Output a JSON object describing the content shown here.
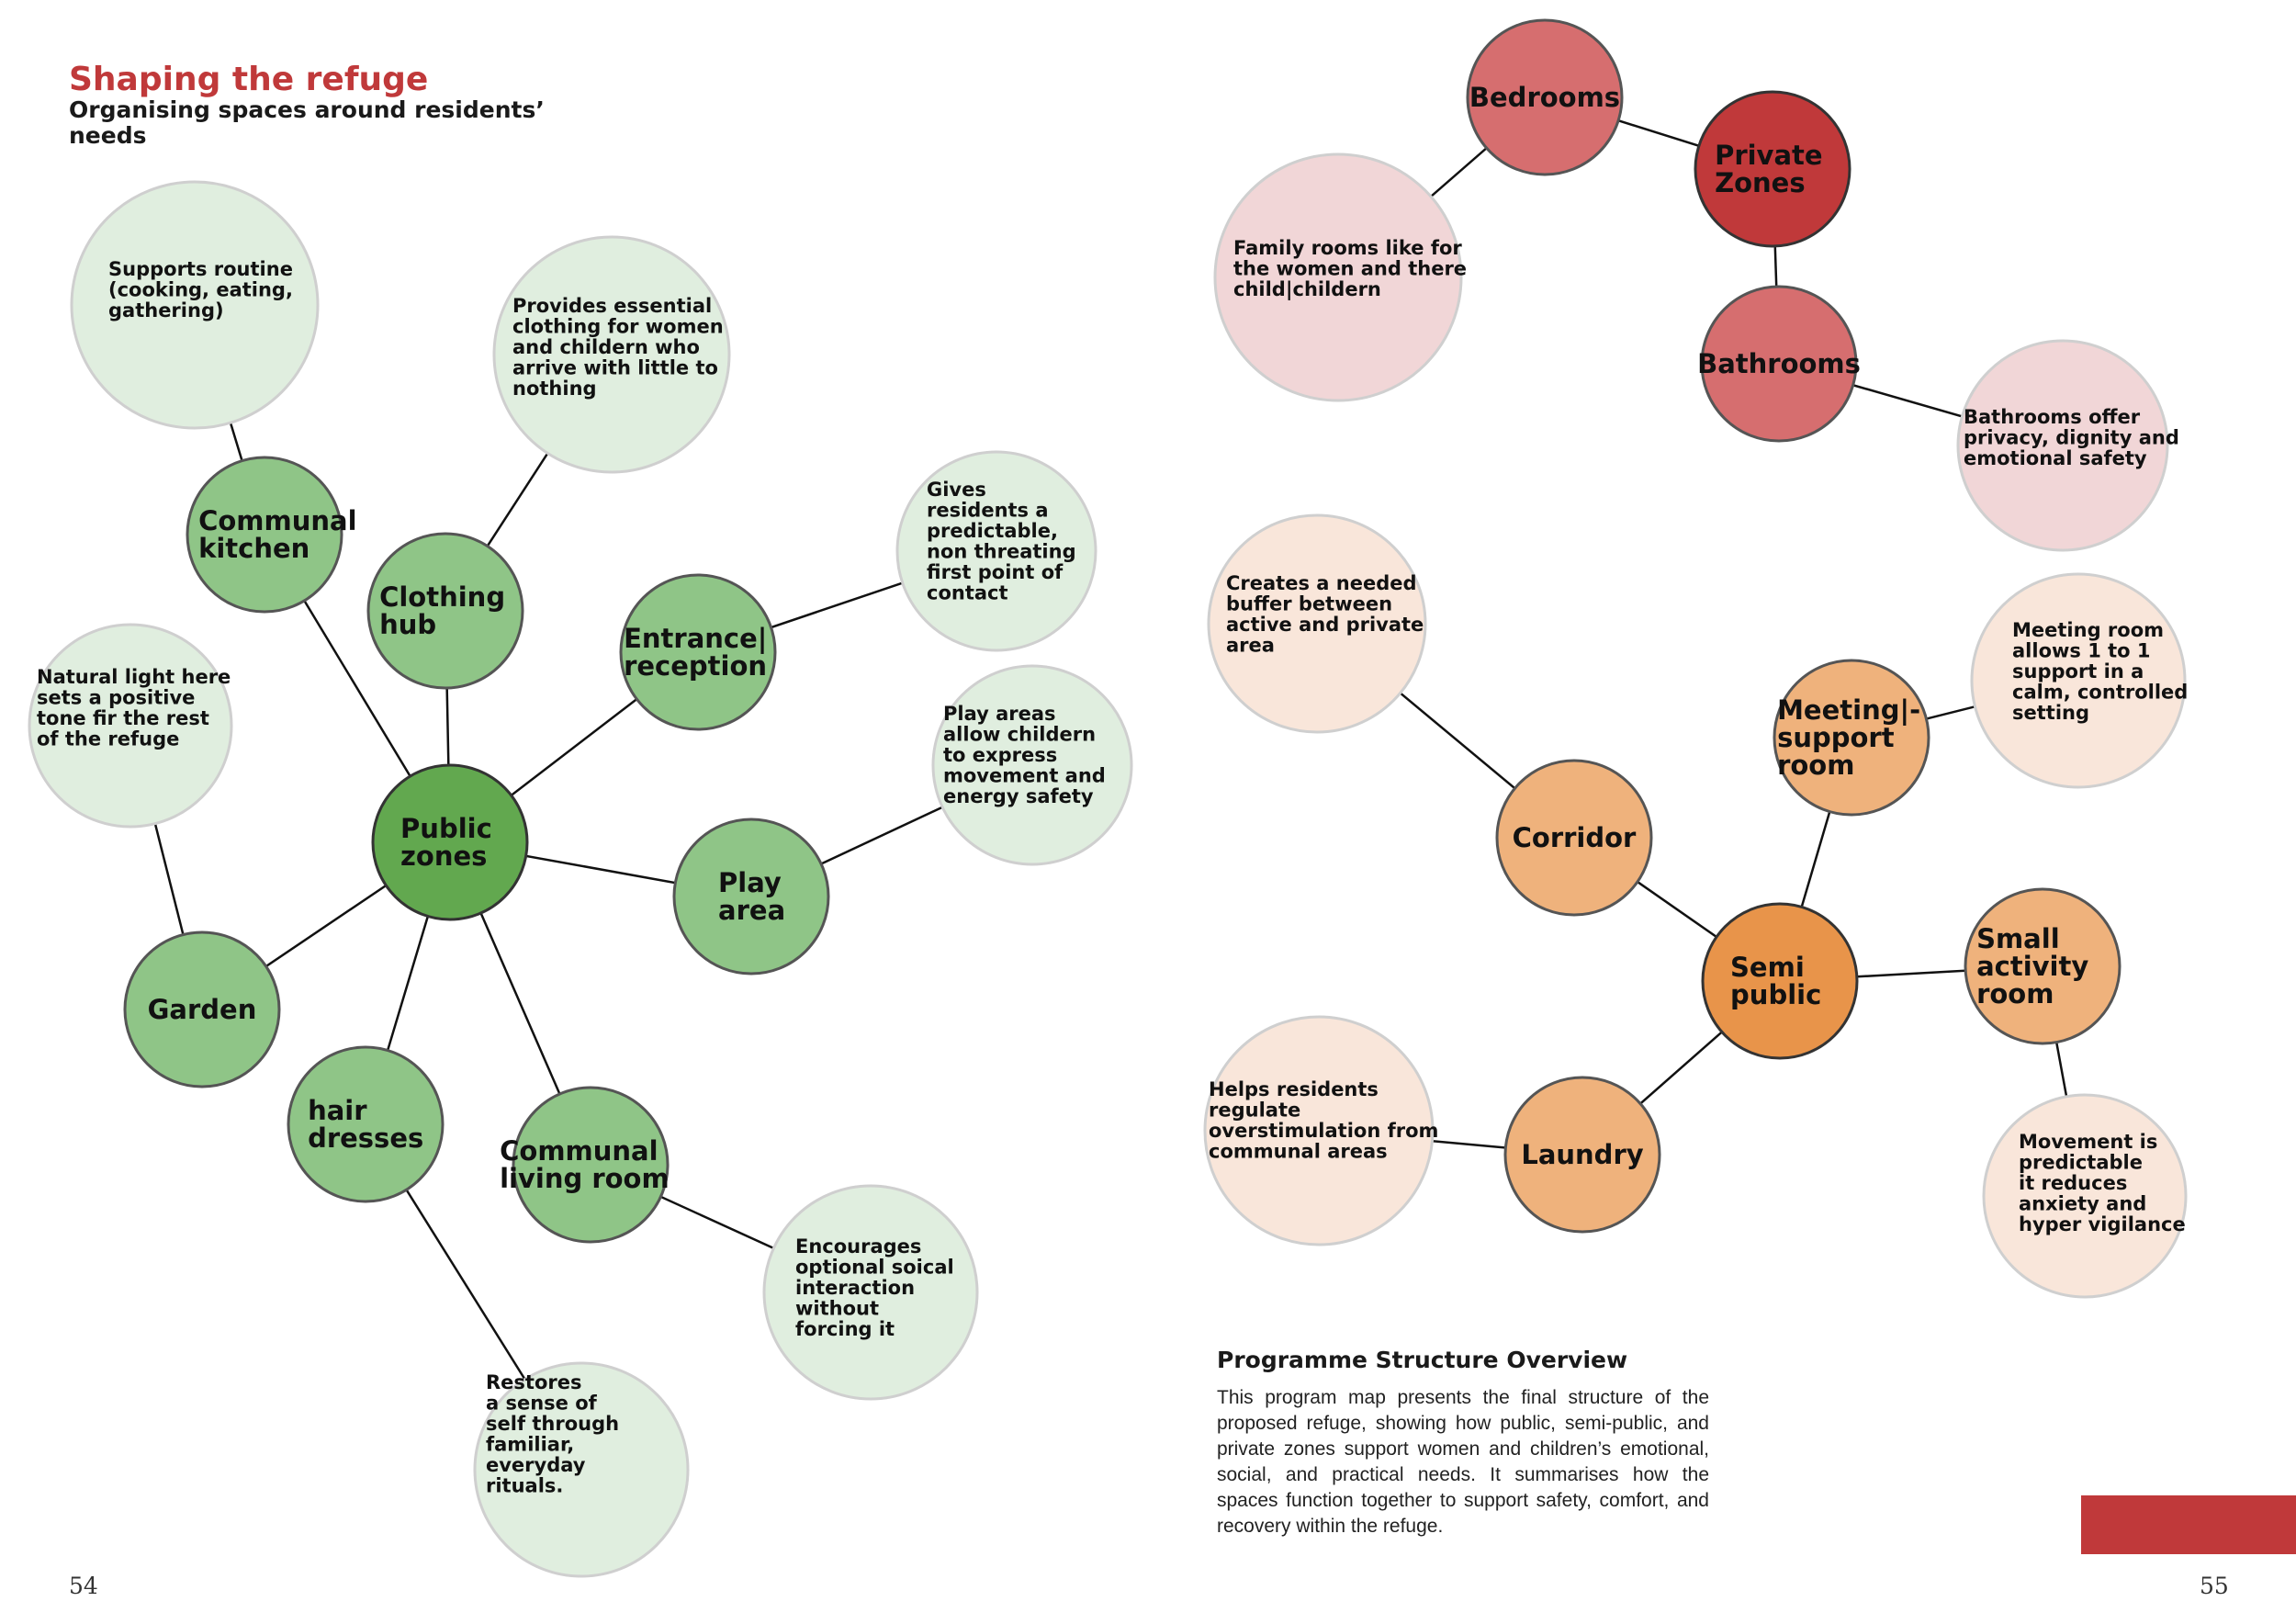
{
  "header": {
    "title": "Shaping the refuge",
    "subtitle": "Organising spaces around residents’ needs"
  },
  "overview": {
    "title": "Programme Structure Overview",
    "body": "This program map presents the final structure of the proposed refuge, showing how public, semi-public, and private zones support women and children’s emotional, social, and practical needs. It summarises how the spaces function together to support safety, comfort, and recovery within the refuge."
  },
  "page_numbers": {
    "left": "54",
    "right": "55"
  },
  "colors": {
    "public_hub": "#62a84f",
    "public_node": "#8fc587",
    "public_note": "#e0eedf",
    "private_hub": "#c0393a",
    "private_node": "#d66e6f",
    "private_note": "#f1d6d7",
    "semi_hub": "#e8944a",
    "semi_node": "#efb27c",
    "semi_note": "#f9e6da",
    "accent_bar": "#c0393a"
  },
  "diagram": {
    "nodes": [
      {
        "id": "public",
        "kind": "public_hub",
        "lines": [
          "Public",
          "zones"
        ]
      },
      {
        "id": "kitchen",
        "kind": "public_node",
        "lines": [
          "Communal",
          "kitchen"
        ]
      },
      {
        "id": "clothing",
        "kind": "public_node",
        "lines": [
          "Clothing",
          "hub"
        ]
      },
      {
        "id": "entrance",
        "kind": "public_node",
        "lines": [
          "Entrance|",
          "reception"
        ]
      },
      {
        "id": "play",
        "kind": "public_node",
        "lines": [
          "Play",
          "area"
        ]
      },
      {
        "id": "garden",
        "kind": "public_node",
        "lines": [
          "Garden"
        ]
      },
      {
        "id": "hair",
        "kind": "public_node",
        "lines": [
          "hair",
          "dresses"
        ]
      },
      {
        "id": "living",
        "kind": "public_node",
        "lines": [
          "Communal",
          "living room"
        ]
      },
      {
        "id": "n_kitchen",
        "kind": "public_note",
        "lines": [
          "Supports routine",
          "(cooking, eating,",
          "gathering)"
        ]
      },
      {
        "id": "n_clothing",
        "kind": "public_note",
        "lines": [
          "Provides essential",
          "clothing for women",
          "and childern who",
          "arrive with little to",
          "nothing"
        ]
      },
      {
        "id": "n_entrance",
        "kind": "public_note",
        "lines": [
          "Gives",
          "residents a",
          "predictable,",
          "non threating",
          "first point of",
          "contact"
        ]
      },
      {
        "id": "n_play",
        "kind": "public_note",
        "lines": [
          "Play areas",
          "allow childern",
          "to express",
          "movement and",
          "energy safety"
        ]
      },
      {
        "id": "n_garden",
        "kind": "public_note",
        "lines": [
          "Natural light here",
          "sets a positive",
          "tone fir the rest",
          "of the refuge"
        ]
      },
      {
        "id": "n_living",
        "kind": "public_note",
        "lines": [
          "Encourages",
          "optional soical",
          "interaction",
          "without",
          "forcing it"
        ]
      },
      {
        "id": "n_hair",
        "kind": "public_note",
        "lines": [
          "Restores",
          "a sense of",
          "self through",
          "familiar,",
          "everyday",
          "rituals."
        ]
      },
      {
        "id": "private",
        "kind": "private_hub",
        "lines": [
          "Private",
          "Zones"
        ]
      },
      {
        "id": "bedrooms",
        "kind": "private_node",
        "lines": [
          "Bedrooms"
        ]
      },
      {
        "id": "bathrooms",
        "kind": "private_node",
        "lines": [
          "Bathrooms"
        ]
      },
      {
        "id": "n_bedrooms",
        "kind": "private_note",
        "lines": [
          "Family rooms like for",
          "the women and there",
          "child|childern"
        ]
      },
      {
        "id": "n_bathrooms",
        "kind": "private_note",
        "lines": [
          "Bathrooms offer",
          "privacy, dignity and",
          "emotional safety"
        ]
      },
      {
        "id": "semi",
        "kind": "semi_hub",
        "lines": [
          "Semi",
          "public"
        ]
      },
      {
        "id": "corridor",
        "kind": "semi_node",
        "lines": [
          "Corridor"
        ]
      },
      {
        "id": "meeting",
        "kind": "semi_node",
        "lines": [
          "Meeting|-",
          "support",
          "room"
        ]
      },
      {
        "id": "small",
        "kind": "semi_node",
        "lines": [
          "Small",
          "activity",
          "room"
        ]
      },
      {
        "id": "laundry",
        "kind": "semi_node",
        "lines": [
          "Laundry"
        ]
      },
      {
        "id": "n_corridor",
        "kind": "semi_note",
        "lines": [
          "Creates a needed",
          "buffer between",
          "active and private",
          "area"
        ]
      },
      {
        "id": "n_meeting",
        "kind": "semi_note",
        "lines": [
          "Meeting room",
          "allows 1 to 1",
          "support in a",
          "calm, controlled",
          "setting"
        ]
      },
      {
        "id": "n_small",
        "kind": "semi_note",
        "lines": [
          "Movement is",
          "predictable",
          "it reduces",
          "anxiety and",
          "hyper vigilance"
        ]
      },
      {
        "id": "n_laundry",
        "kind": "semi_note",
        "lines": [
          "Helps residents",
          "regulate",
          "overstimulation from",
          "communal areas"
        ]
      }
    ],
    "edges": [
      [
        "public",
        "kitchen"
      ],
      [
        "public",
        "clothing"
      ],
      [
        "public",
        "entrance"
      ],
      [
        "public",
        "play"
      ],
      [
        "public",
        "garden"
      ],
      [
        "public",
        "hair"
      ],
      [
        "public",
        "living"
      ],
      [
        "kitchen",
        "n_kitchen"
      ],
      [
        "clothing",
        "n_clothing"
      ],
      [
        "entrance",
        "n_entrance"
      ],
      [
        "play",
        "n_play"
      ],
      [
        "garden",
        "n_garden"
      ],
      [
        "living",
        "n_living"
      ],
      [
        "hair",
        "n_hair"
      ],
      [
        "private",
        "bedrooms"
      ],
      [
        "private",
        "bathrooms"
      ],
      [
        "bedrooms",
        "n_bedrooms"
      ],
      [
        "bathrooms",
        "n_bathrooms"
      ],
      [
        "semi",
        "corridor"
      ],
      [
        "semi",
        "meeting"
      ],
      [
        "semi",
        "small"
      ],
      [
        "semi",
        "laundry"
      ],
      [
        "corridor",
        "n_corridor"
      ],
      [
        "meeting",
        "n_meeting"
      ],
      [
        "small",
        "n_small"
      ],
      [
        "laundry",
        "n_laundry"
      ]
    ]
  }
}
